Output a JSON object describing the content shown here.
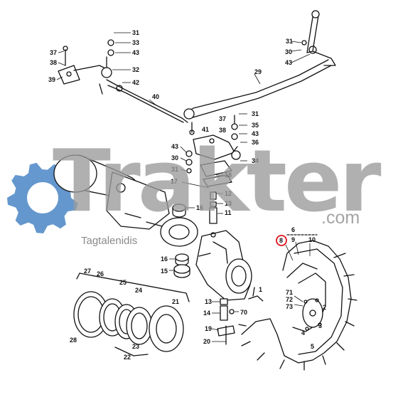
{
  "watermark": {
    "word": "Trakter",
    "suffix": ".com",
    "tagline": "Tagtalenidis",
    "gear_color": "#4a86c5",
    "text_color": "#9b9b9b"
  },
  "highlight": {
    "part": "8",
    "color": "#e0121b"
  },
  "callouts": [
    "31",
    "33",
    "43",
    "32",
    "42",
    "37",
    "38",
    "39",
    "40",
    "29",
    "31",
    "30",
    "43",
    "37",
    "31",
    "35",
    "38",
    "41",
    "43",
    "36",
    "43",
    "30",
    "31",
    "34",
    "18",
    "17",
    "16",
    "12",
    "13",
    "11",
    "16",
    "15",
    "27",
    "26",
    "25",
    "24",
    "21",
    "28",
    "22",
    "23",
    "13",
    "14",
    "70",
    "19",
    "20",
    "1",
    "6",
    "9",
    "10",
    "8",
    "71",
    "72",
    "73",
    "2",
    "3",
    "4",
    "5"
  ]
}
